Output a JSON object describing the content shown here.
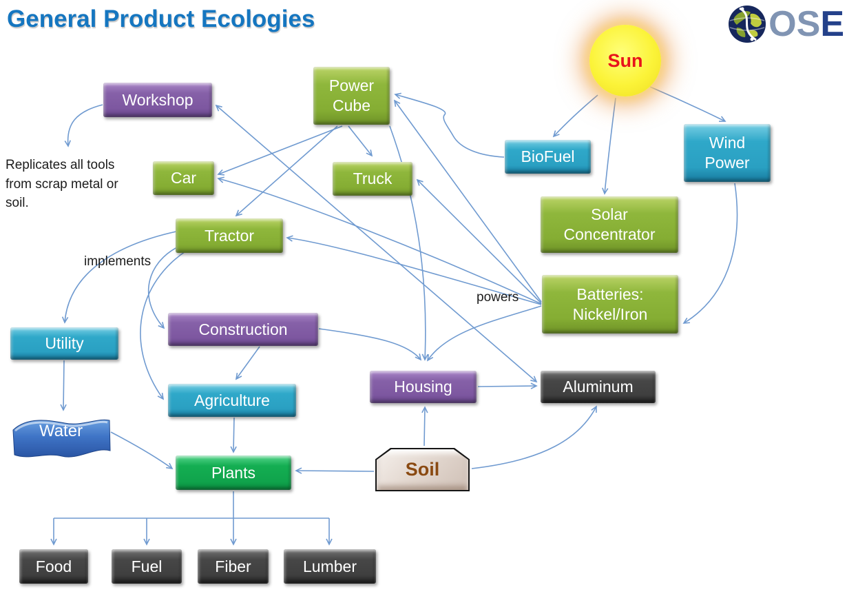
{
  "title": "General Product Ecologies",
  "logo": {
    "o": "O",
    "s": "S",
    "e": "E"
  },
  "nodes": {
    "sun": {
      "label": "Sun"
    },
    "workshop": {
      "label": "Workshop"
    },
    "power_cube": {
      "label": "Power Cube"
    },
    "car": {
      "label": "Car"
    },
    "truck": {
      "label": "Truck"
    },
    "tractor": {
      "label": "Tractor"
    },
    "biofuel": {
      "label": "BioFuel"
    },
    "wind_power": {
      "label": "Wind Power"
    },
    "solar_concentrator": {
      "label": "Solar Concentrator"
    },
    "batteries": {
      "label": "Batteries: Nickel/Iron"
    },
    "utility": {
      "label": "Utility"
    },
    "construction": {
      "label": "Construction"
    },
    "agriculture": {
      "label": "Agriculture"
    },
    "housing": {
      "label": "Housing"
    },
    "aluminum": {
      "label": "Aluminum"
    },
    "water": {
      "label": "Water"
    },
    "plants": {
      "label": "Plants"
    },
    "soil": {
      "label": "Soil"
    },
    "food": {
      "label": "Food"
    },
    "fuel": {
      "label": "Fuel"
    },
    "fiber": {
      "label": "Fiber"
    },
    "lumber": {
      "label": "Lumber"
    }
  },
  "annotations": {
    "replicates": "Replicates all tools from scrap metal or soil.",
    "implements": "implements",
    "powers": "powers"
  },
  "edges": [
    {
      "from": "sun",
      "to": "biofuel"
    },
    {
      "from": "sun",
      "to": "solar_concentrator"
    },
    {
      "from": "sun",
      "to": "wind_power"
    },
    {
      "from": "wind_power",
      "to": "batteries"
    },
    {
      "from": "biofuel",
      "to": "power_cube"
    },
    {
      "from": "batteries",
      "to": "power_cube",
      "label": "powers"
    },
    {
      "from": "batteries",
      "to": "truck",
      "label": "powers"
    },
    {
      "from": "batteries",
      "to": "car",
      "label": "powers"
    },
    {
      "from": "batteries",
      "to": "tractor",
      "label": "powers"
    },
    {
      "from": "batteries",
      "to": "housing",
      "label": "powers"
    },
    {
      "from": "power_cube",
      "to": "truck"
    },
    {
      "from": "power_cube",
      "to": "car"
    },
    {
      "from": "power_cube",
      "to": "tractor"
    },
    {
      "from": "power_cube",
      "to": "housing"
    },
    {
      "from": "aluminum",
      "to": "workshop",
      "bidirectional": true
    },
    {
      "from": "workshop",
      "to": "replicates_note"
    },
    {
      "from": "tractor",
      "to": "utility",
      "label": "implements"
    },
    {
      "from": "tractor",
      "to": "construction",
      "label": "implements"
    },
    {
      "from": "tractor",
      "to": "agriculture",
      "label": "implements"
    },
    {
      "from": "utility",
      "to": "water"
    },
    {
      "from": "water",
      "to": "plants"
    },
    {
      "from": "construction",
      "to": "agriculture"
    },
    {
      "from": "construction",
      "to": "housing"
    },
    {
      "from": "agriculture",
      "to": "plants"
    },
    {
      "from": "soil",
      "to": "plants"
    },
    {
      "from": "soil",
      "to": "housing"
    },
    {
      "from": "soil",
      "to": "aluminum"
    },
    {
      "from": "housing",
      "to": "aluminum"
    },
    {
      "from": "plants",
      "to": "food"
    },
    {
      "from": "plants",
      "to": "fuel"
    },
    {
      "from": "plants",
      "to": "fiber"
    },
    {
      "from": "plants",
      "to": "lumber"
    }
  ],
  "colors": {
    "arrow": "#6f9ad0",
    "green_box": "#8fb73c",
    "purple_box": "#8661a8",
    "teal_box": "#2fa8c9",
    "dark_box": "#474747",
    "plants_box": "#14ae52",
    "sun_fill": "#fbf338",
    "sun_text": "#e8131b",
    "title_text": "#1576c0",
    "soil_text": "#8a4a12"
  }
}
